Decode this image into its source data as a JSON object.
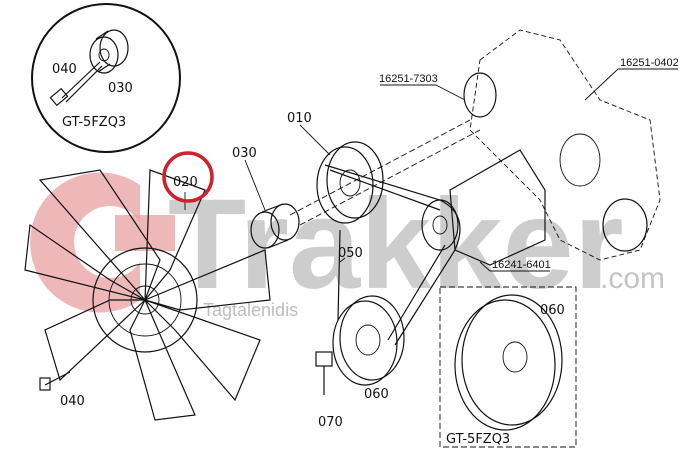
{
  "watermark": {
    "brand": "Trakker",
    "domain": ".com",
    "sub": "Tagtalenidis",
    "logo_color": "#e8a0a0",
    "text_color": "#bdbdbd"
  },
  "inset": {
    "labels": {
      "bolt": "040",
      "spacer": "030"
    },
    "model": "GT-5FZQ3"
  },
  "callouts": {
    "fan": "020",
    "spacer": "030",
    "pulley_top": "010",
    "water_pump": "16251-7303",
    "gear_case": "16251-0402",
    "belt": "050",
    "alternator": "16241-6401",
    "pulley_bottom": "060",
    "pulley_variant": "060",
    "bolt_pulley": "070",
    "bolt_fan": "040",
    "variant_model": "GT-5FZQ3"
  },
  "highlight_color": "#d0202a"
}
